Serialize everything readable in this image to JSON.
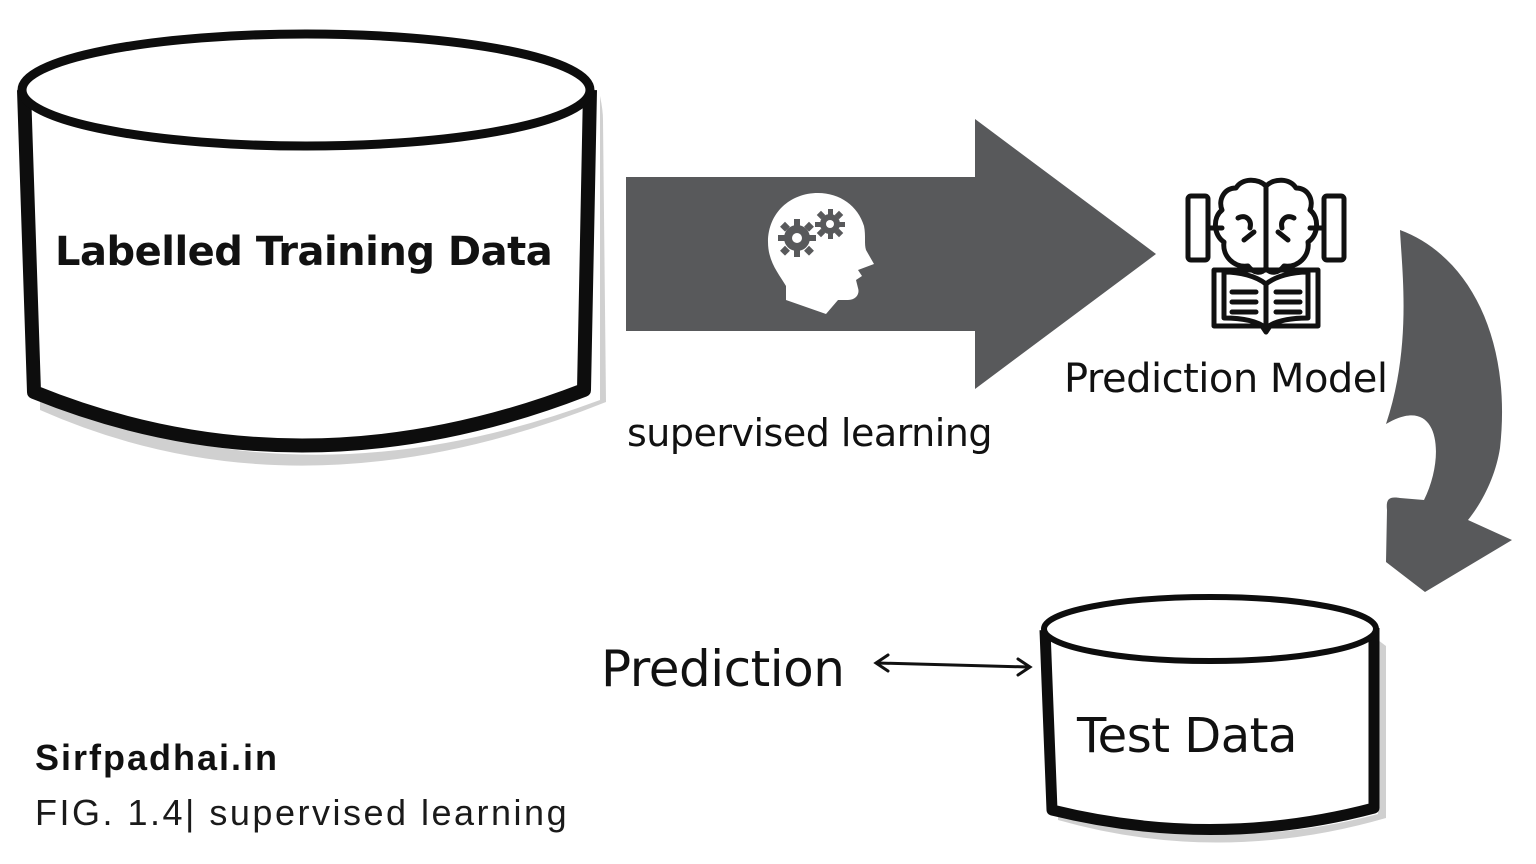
{
  "diagram": {
    "training_data": "Labelled Training Data",
    "process_label": "supervised learning",
    "model_label": "Prediction Model",
    "prediction_label": "Prediction",
    "test_data": "Test Data"
  },
  "footer": {
    "site": "Sirfpadhai.in",
    "caption": "FIG. 1.4| supervised learning"
  },
  "colors": {
    "arrow_fill": "#58595b",
    "outline": "#0d0d0d",
    "shadow": "#d0d0d0",
    "background": "#ffffff"
  },
  "icons": {
    "process": "head-gears-icon",
    "model": "brain-book-icon"
  }
}
